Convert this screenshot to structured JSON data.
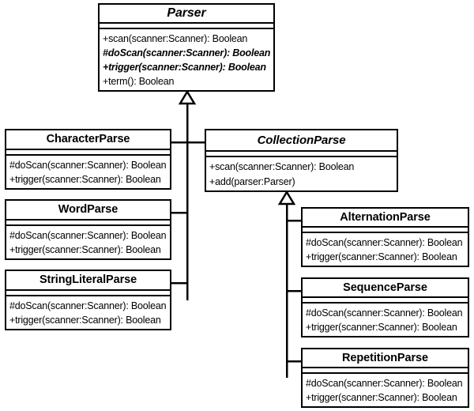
{
  "diagram": {
    "type": "uml-class-diagram",
    "title": "Parser class hierarchy",
    "background": "#ffffff",
    "line_color": "#000000",
    "fill_color": "#ffffff"
  },
  "classes": [
    {
      "id": "parser",
      "name": "Parser",
      "abstract": true,
      "attributes": [],
      "operations": [
        {
          "text": "+scan(scanner:Scanner): Boolean",
          "abstract": false
        },
        {
          "text": "#doScan(scanner:Scanner): Boolean",
          "abstract": true
        },
        {
          "text": "+trigger(scanner:Scanner): Boolean",
          "abstract": true
        },
        {
          "text": "+term(): Boolean",
          "abstract": false
        }
      ]
    },
    {
      "id": "characterparse",
      "name": "CharacterParse",
      "abstract": false,
      "attributes": [],
      "operations": [
        {
          "text": "#doScan(scanner:Scanner): Boolean",
          "abstract": false
        },
        {
          "text": "+trigger(scanner:Scanner): Boolean",
          "abstract": false
        }
      ]
    },
    {
      "id": "wordparse",
      "name": "WordParse",
      "abstract": false,
      "attributes": [],
      "operations": [
        {
          "text": "#doScan(scanner:Scanner): Boolean",
          "abstract": false
        },
        {
          "text": "+trigger(scanner:Scanner): Boolean",
          "abstract": false
        }
      ]
    },
    {
      "id": "stringliteralparse",
      "name": "StringLiteralParse",
      "abstract": false,
      "attributes": [],
      "operations": [
        {
          "text": "#doScan(scanner:Scanner): Boolean",
          "abstract": false
        },
        {
          "text": "+trigger(scanner:Scanner): Boolean",
          "abstract": false
        }
      ]
    },
    {
      "id": "collectionparse",
      "name": "CollectionParse",
      "abstract": true,
      "attributes": [],
      "operations": [
        {
          "text": "+scan(scanner:Scanner): Boolean",
          "abstract": false
        },
        {
          "text": "+add(parser:Parser)",
          "abstract": false
        }
      ]
    },
    {
      "id": "alternationparse",
      "name": "AlternationParse",
      "abstract": false,
      "attributes": [],
      "operations": [
        {
          "text": "#doScan(scanner:Scanner): Boolean",
          "abstract": false
        },
        {
          "text": "+trigger(scanner:Scanner): Boolean",
          "abstract": false
        }
      ]
    },
    {
      "id": "sequenceparse",
      "name": "SequenceParse",
      "abstract": false,
      "attributes": [],
      "operations": [
        {
          "text": "#doScan(scanner:Scanner): Boolean",
          "abstract": false
        },
        {
          "text": "+trigger(scanner:Scanner): Boolean",
          "abstract": false
        }
      ]
    },
    {
      "id": "repetitionparse",
      "name": "RepetitionParse",
      "abstract": false,
      "attributes": [],
      "operations": [
        {
          "text": "#doScan(scanner:Scanner): Boolean",
          "abstract": false
        },
        {
          "text": "+trigger(scanner:Scanner): Boolean",
          "abstract": false
        }
      ]
    }
  ],
  "generalizations": [
    {
      "from": "CharacterParse",
      "to": "Parser"
    },
    {
      "from": "WordParse",
      "to": "Parser"
    },
    {
      "from": "StringLiteralParse",
      "to": "Parser"
    },
    {
      "from": "CollectionParse",
      "to": "Parser"
    },
    {
      "from": "AlternationParse",
      "to": "CollectionParse"
    },
    {
      "from": "SequenceParse",
      "to": "CollectionParse"
    },
    {
      "from": "RepetitionParse",
      "to": "CollectionParse"
    }
  ]
}
